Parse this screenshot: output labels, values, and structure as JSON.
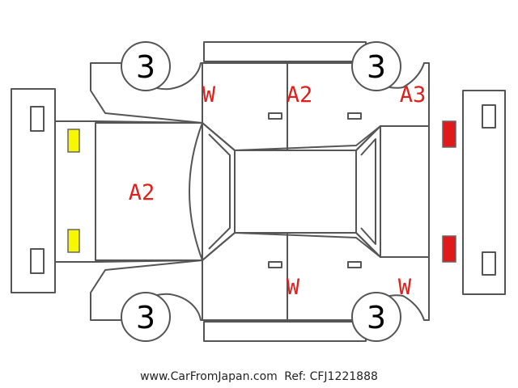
{
  "page": {
    "source_text": "www.CarFromJapan.com",
    "ref_text": "Ref: CFJ1221888"
  },
  "wheels": {
    "front_left": "3",
    "rear_left": "3",
    "front_right": "3",
    "rear_right": "3"
  },
  "damage": {
    "hood": "A2",
    "rear_door_top": "A2",
    "front_door_top": "W",
    "rear_quarter_top": "A3",
    "rear_door_bottom": "W",
    "rear_quarter_bottom": "W"
  },
  "colors": {
    "outline": "#555555",
    "damage_text": "#e0201c",
    "headlight": "#f7f700",
    "taillight": "#e01a1a"
  }
}
